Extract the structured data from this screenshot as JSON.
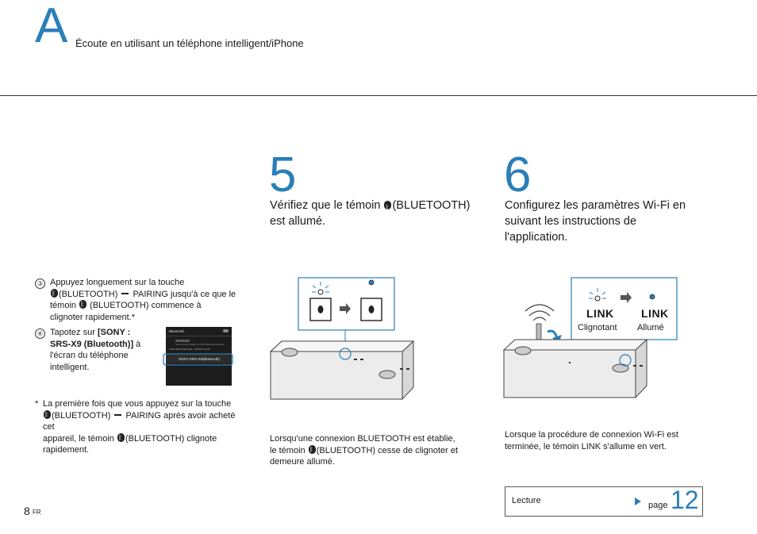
{
  "header": {
    "letter": "A",
    "title": "Écoute en utilisant un téléphone intelligent/iPhone"
  },
  "left": {
    "step3": {
      "num": "③",
      "line1": "Appuyez longuement sur la touche",
      "line2a": "(BLUETOOTH)",
      "line2b": "PAIRING jusqu'à ce que le",
      "line3a": "témoin",
      "line3b": "(BLUETOOTH) commence à",
      "line4": "clignoter rapidement.*"
    },
    "step4": {
      "num": "④",
      "line1a": "Tapotez sur",
      "line1b": "[SONY :",
      "line2a": "SRS-X9 (Bluetooth)]",
      "line2b": "à",
      "line3": "l'écran du téléphone",
      "line4": "intelligent."
    },
    "phone": {
      "title": "Bluetooth",
      "device1": "XXXXXX",
      "sub": "Not currently visible to other Bluetooth devices",
      "col1": "AVAILABLE DEVICES",
      "col2": "SEARCH FOR",
      "item": "SONY:SRS-X9(Bluetooth)"
    },
    "note": {
      "mark": "*",
      "line1": "La première fois que vous appuyez sur la touche",
      "line2a": "(BLUETOOTH)",
      "line2b": "PAIRING après avoir acheté cet",
      "line3a": "appareil, le témoin",
      "line3b": "(BLUETOOTH) clignote",
      "line4": "rapidement."
    }
  },
  "step5": {
    "num": "5",
    "line1a": "Vérifiez que le témoin",
    "line1b": "(BLUETOOTH)",
    "line2": "est allumé.",
    "caption1": "Lorsqu'une connexion BLUETOOTH est établie,",
    "caption2a": "le témoin",
    "caption2b": "(BLUETOOTH) cesse de clignoter et",
    "caption3": "demeure allumé."
  },
  "step6": {
    "num": "6",
    "line1": "Configurez les paramètres Wi-Fi en",
    "line2": "suivant les instructions de",
    "line3": "l'application.",
    "link1": "LINK",
    "link2": "LINK",
    "label1": "Clignotant",
    "label2": "Allumé",
    "caption1": "Lorsque la procédure de connexion Wi-Fi est",
    "caption2": "terminée, le témoin LINK s'allume en vert."
  },
  "footer": {
    "label": "Lecture",
    "page_word": "page",
    "page_num": "12",
    "page_left": "8",
    "lang": "FR"
  },
  "colors": {
    "accent": "#2a7fb8"
  }
}
